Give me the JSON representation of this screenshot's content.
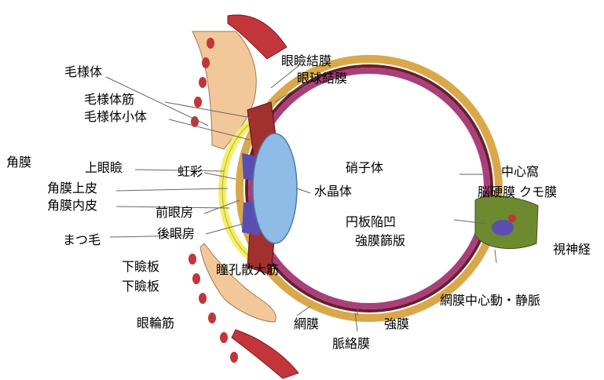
{
  "labels": {
    "ciliary_body": "毛様体",
    "eyelid_conjunctiva": "眼瞼結膜",
    "bulbar_conjunctiva": "眼球結膜",
    "ciliary_muscle": "毛様体筋",
    "zonule": "毛様体小体",
    "cornea": "角膜",
    "upper_eyelid": "上眼瞼",
    "iris": "虹彩",
    "vitreous": "硝子体",
    "fovea": "中心窩",
    "dura_arachnoid": "脳硬膜 クモ膜",
    "corneal_epithelium": "角膜上皮",
    "lens": "水晶体",
    "corneal_endothelium": "角膜内皮",
    "anterior_chamber": "前眼房",
    "optic_disc": "円板陥凹",
    "lamina_cribrosa": "強膜篩版",
    "posterior_chamber": "後眼房",
    "eyelashes": "まつ毛",
    "optic_nerve": "視神経",
    "lower_tarsus_1": "下瞼板",
    "lower_tarsus_2": "下瞼板",
    "pupil_dilator": "瞳孔散大筋",
    "central_retinal_vessels": "網膜中心動・静脈",
    "orbicularis": "眼輪筋",
    "retina": "網膜",
    "sclera": "強膜",
    "choroid": "脈絡膜"
  },
  "colors": {
    "sclera_band": "#d9a84a",
    "retina_band": "#a8407a",
    "choroid_band": "#6a1f2a",
    "cornea": "#f3ee6a",
    "lens": "#8fbce6",
    "muscle": "#c2353a",
    "skin": "#f2c89a",
    "nerve": "#6d8a2f"
  }
}
